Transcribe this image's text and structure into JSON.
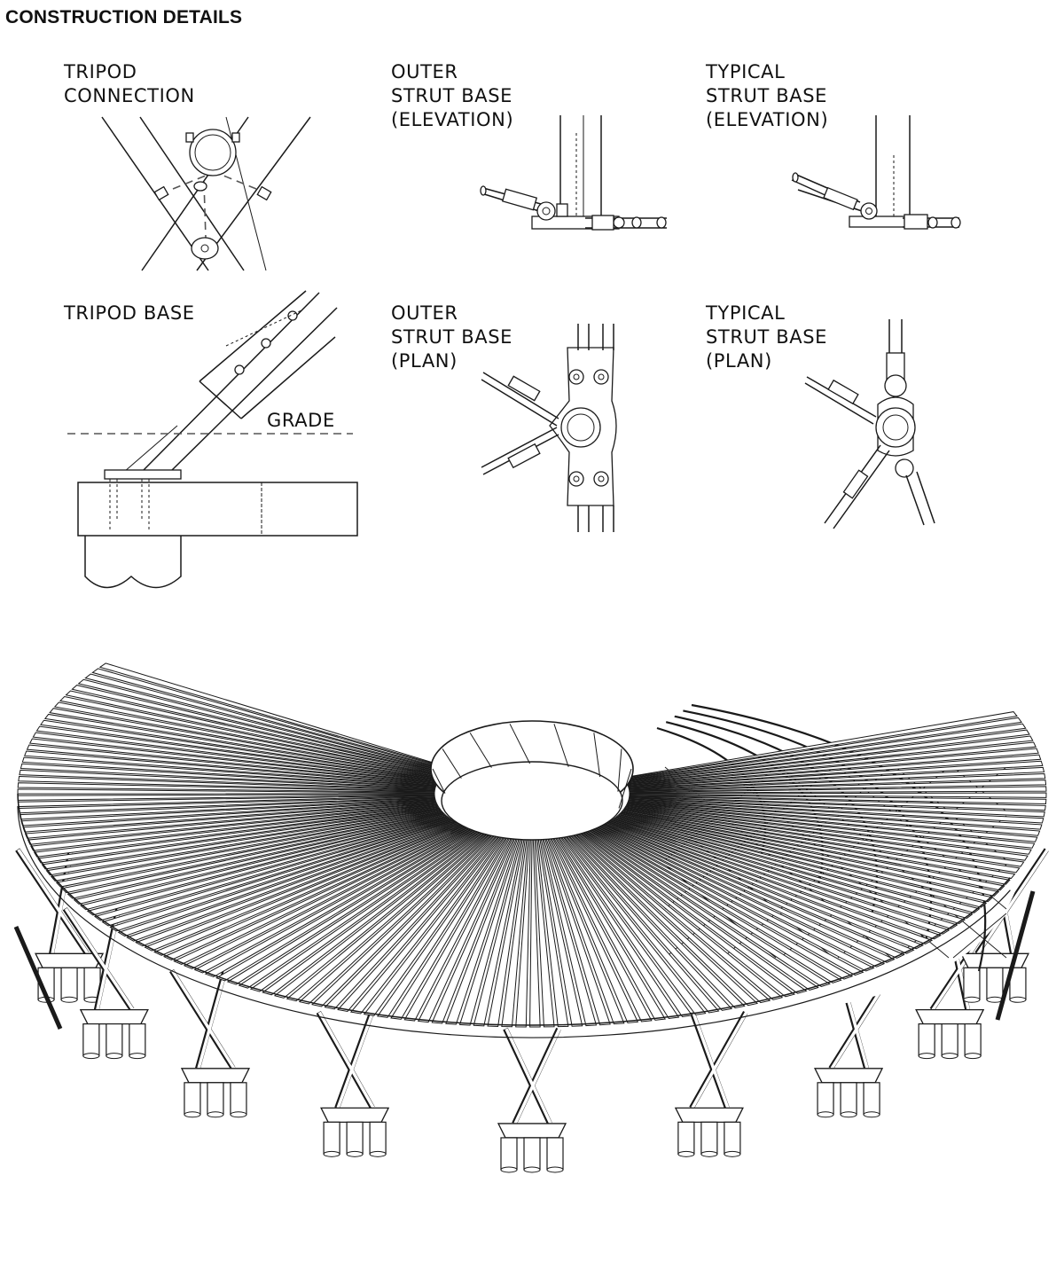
{
  "header": {
    "title": "CONSTRUCTION DETAILS"
  },
  "details": {
    "tripod_connection": [
      "TRIPOD",
      "CONNECTION"
    ],
    "outer_strut_base_elevation": [
      "OUTER",
      "STRUT BASE",
      "(ELEVATION)"
    ],
    "typical_strut_base_elevation": [
      "TYPICAL",
      "STRUT BASE",
      "(ELEVATION)"
    ],
    "tripod_base": [
      "TRIPOD BASE"
    ],
    "grade_label": "GRADE",
    "outer_strut_base_plan": [
      "OUTER",
      "STRUT BASE",
      "(PLAN)"
    ],
    "typical_strut_base_plan": [
      "TYPICAL",
      "STRUT BASE",
      "(PLAN)"
    ]
  },
  "illustration": {
    "subject": "pavilion-axonometric",
    "line_color": "#1a1a1a"
  }
}
